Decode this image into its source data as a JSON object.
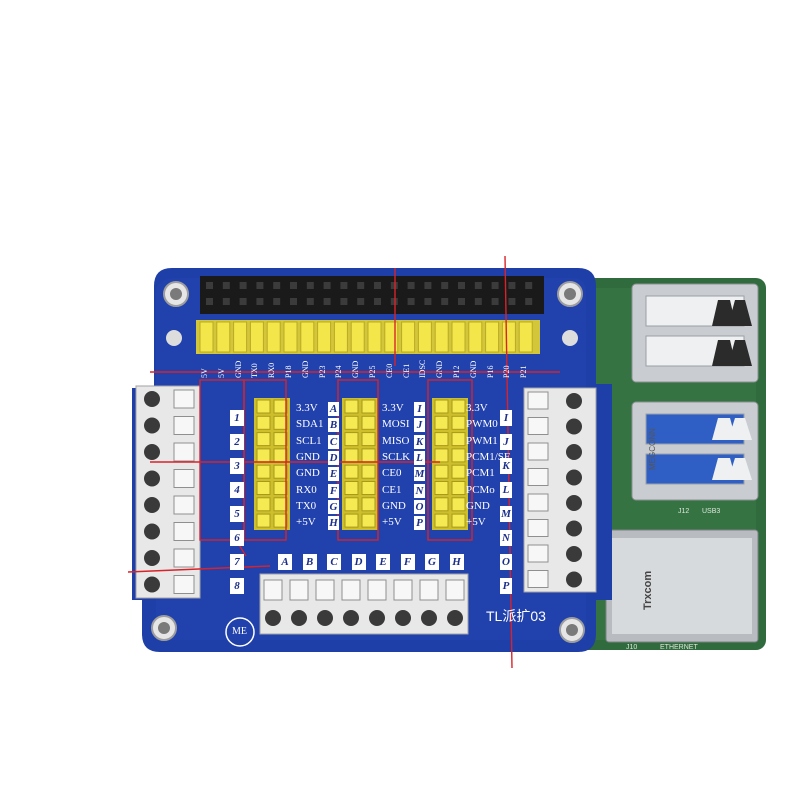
{
  "board_title": "TL派扩03",
  "logo_text": "ME",
  "top_header_labels": [
    "5V",
    "5V",
    "GND",
    "TX0",
    "RX0",
    "P18",
    "GND",
    "P23",
    "P24",
    "GND",
    "P25",
    "CE0",
    "CE1",
    "IDSC",
    "GND",
    "P12",
    "GND",
    "P16",
    "P20",
    "P21"
  ],
  "left_numbers": [
    "1",
    "2",
    "3",
    "4",
    "5",
    "6",
    "7",
    "8"
  ],
  "col1_labels": [
    "3.3V",
    "SDA1",
    "SCL1",
    "GND",
    "GND",
    "RX0",
    "TX0",
    "+5V"
  ],
  "col1_letters": [
    "A",
    "B",
    "C",
    "D",
    "E",
    "F",
    "G",
    "H"
  ],
  "col2_labels": [
    "3.3V",
    "MOSI",
    "MISO",
    "SCLK",
    "CE0",
    "CE1",
    "GND",
    "+5V"
  ],
  "col2_letters": [
    "I",
    "J",
    "K",
    "L",
    "M",
    "N",
    "O",
    "P"
  ],
  "col3_labels": [
    "3.3V",
    "PWM0",
    "PWM1",
    "PCM1/SE",
    "PCM1",
    "PCMo",
    "GND",
    "+5V"
  ],
  "right_letters": [
    "I",
    "J",
    "K",
    "L",
    "M",
    "N",
    "O",
    "P"
  ],
  "bottom_letters": [
    "A",
    "B",
    "C",
    "D",
    "E",
    "F",
    "G",
    "H"
  ],
  "pi_labels": {
    "usb_brand": "MEGCONN",
    "ethernet_brand": "Trxcom",
    "ethernet_text": "ETHERNET",
    "usb_label": "USB3",
    "j12": "J12",
    "j10": "J10"
  }
}
